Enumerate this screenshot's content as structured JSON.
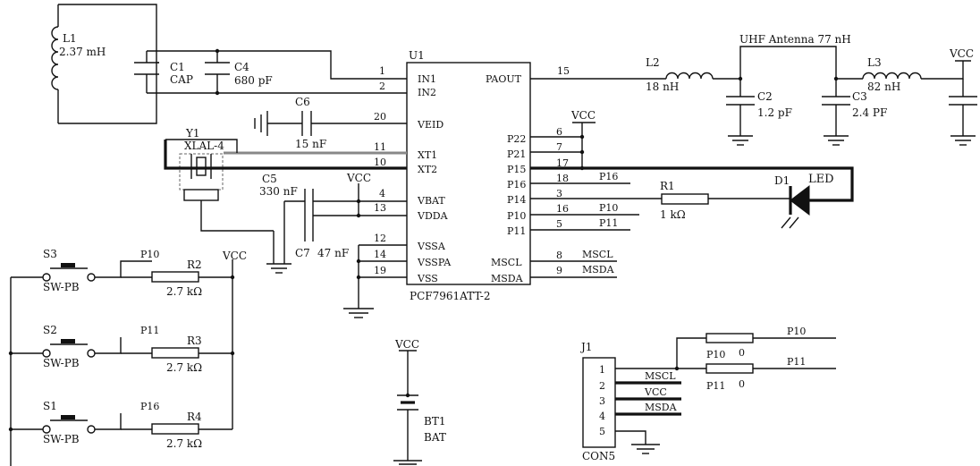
{
  "components": {
    "L1": {
      "ref": "L1",
      "value": "2.37 mH"
    },
    "C1": {
      "ref": "C1",
      "value": "CAP"
    },
    "C4": {
      "ref": "C4",
      "value": "680 pF"
    },
    "C6": {
      "ref": "C6",
      "value": "15 nF"
    },
    "Y1": {
      "ref": "Y1",
      "value": "XLAL-4"
    },
    "C5": {
      "ref": "C5",
      "value": "330 nF"
    },
    "C7": {
      "ref": "C7",
      "value": "47 nF"
    },
    "L2": {
      "ref": "L2",
      "value": "18 nH"
    },
    "C2": {
      "ref": "C2",
      "value": "1.2 pF"
    },
    "antenna": {
      "label": "UHF Antenna 77 nH"
    },
    "L3": {
      "ref": "L3",
      "value": "82 nH"
    },
    "C3": {
      "ref": "C3",
      "value": "2.4 PF"
    },
    "R1": {
      "ref": "R1",
      "value": "1 kΩ"
    },
    "D1": {
      "ref": "D1",
      "value": "LED"
    },
    "S3": {
      "ref": "S3",
      "value": "SW-PB",
      "net": "P10"
    },
    "S2": {
      "ref": "S2",
      "value": "SW-PB",
      "net": "P11"
    },
    "S1": {
      "ref": "S1",
      "value": "SW-PB",
      "net": "P16"
    },
    "R2": {
      "ref": "R2",
      "value": "2.7 kΩ"
    },
    "R3": {
      "ref": "R3",
      "value": "2.7 kΩ"
    },
    "R4": {
      "ref": "R4",
      "value": "2.7 kΩ"
    },
    "BT1": {
      "ref": "BT1",
      "value": "BAT"
    },
    "J1": {
      "ref": "J1",
      "value": "CON5",
      "pins": [
        "1",
        "2",
        "3",
        "4",
        "5"
      ],
      "nets": [
        "MSCL",
        "VCC",
        "MSDA"
      ]
    },
    "P10r": {
      "net": "P10",
      "value": "0"
    },
    "P11r": {
      "net": "P11",
      "value": "0"
    }
  },
  "ic": {
    "ref": "U1",
    "part": "PCF7961ATT-2",
    "left_pins": [
      {
        "num": "1",
        "name": "IN1"
      },
      {
        "num": "2",
        "name": "IN2"
      },
      {
        "num": "20",
        "name": "VEID"
      },
      {
        "num": "11",
        "name": "XT1"
      },
      {
        "num": "10",
        "name": "XT2"
      },
      {
        "num": "4",
        "name": "VBAT"
      },
      {
        "num": "13",
        "name": "VDDA"
      },
      {
        "num": "12",
        "name": "VSSA"
      },
      {
        "num": "14",
        "name": "VSSPA"
      },
      {
        "num": "19",
        "name": "VSS"
      }
    ],
    "right_pins": [
      {
        "num": "15",
        "name": "PAOUT"
      },
      {
        "num": "6",
        "name": "P22"
      },
      {
        "num": "7",
        "name": "P21"
      },
      {
        "num": "17",
        "name": "P15"
      },
      {
        "num": "18",
        "name": "P16",
        "net": "P16"
      },
      {
        "num": "3",
        "name": "P14"
      },
      {
        "num": "16",
        "name": "P10",
        "net": "P10"
      },
      {
        "num": "5",
        "name": "P11",
        "net": "P11"
      },
      {
        "num": "8",
        "name": "MSCL",
        "net": "MSCL"
      },
      {
        "num": "9",
        "name": "MSDA",
        "net": "MSDA"
      }
    ]
  },
  "power": {
    "vcc": "VCC"
  },
  "nets": {
    "p10": "P10",
    "p11": "P11"
  }
}
